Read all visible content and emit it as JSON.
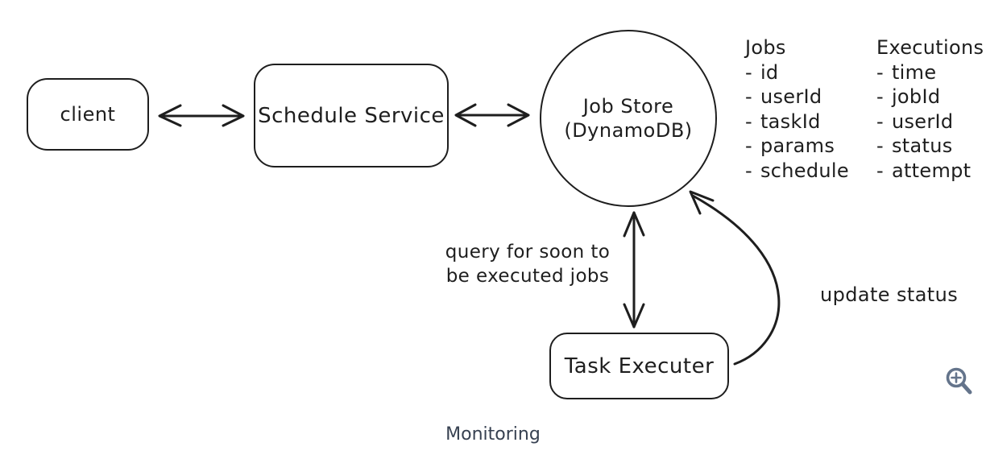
{
  "diagram": {
    "nodes": {
      "client": "client",
      "schedule_service": "Schedule Service",
      "job_store_line1": "Job Store",
      "job_store_line2": "(DynamoDB)",
      "task_executer": "Task Executer"
    },
    "edge_labels": {
      "query_line1": "query for soon to",
      "query_line2": "be executed jobs",
      "update_status": "update status"
    }
  },
  "lists": {
    "bullet": "-",
    "jobs": {
      "title": "Jobs",
      "items": [
        "id",
        "userId",
        "taskId",
        "params",
        "schedule"
      ]
    },
    "executions": {
      "title": "Executions",
      "items": [
        "time",
        "jobId",
        "userId",
        "status",
        "attempt"
      ]
    }
  },
  "caption": "Monitoring",
  "icons": {
    "zoom_in": "zoom-in-icon"
  },
  "colors": {
    "stroke": "#1e1e1e",
    "caption_text": "#374151",
    "zoom_icon": "#64748b"
  }
}
